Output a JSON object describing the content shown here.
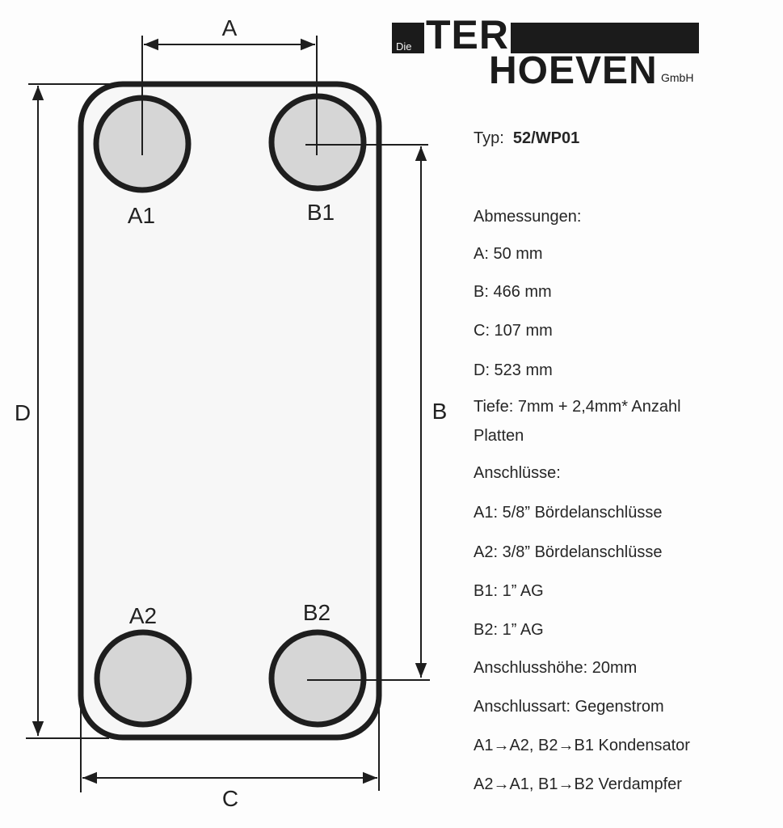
{
  "logo": {
    "prefix": "Die",
    "word1": "TER",
    "word2": "HOEVEN",
    "suffix": "GmbH"
  },
  "diagram": {
    "dimension_labels": {
      "A": "A",
      "B": "B",
      "C": "C",
      "D": "D"
    },
    "port_labels": {
      "A1": "A1",
      "B1": "B1",
      "A2": "A2",
      "B2": "B2"
    },
    "colors": {
      "outline": "#1e1e1e",
      "plate_fill": "#f7f7f7",
      "port_fill": "#d6d6d6"
    }
  },
  "specs": {
    "type_label": "Typ:",
    "type_value": "52/WP01",
    "dimensions_heading": "Abmessungen:",
    "dim_a": "A:  50 mm",
    "dim_b": "B:  466 mm",
    "dim_c": "C:  107 mm",
    "dim_d": "D:  523 mm",
    "depth_line1": "Tiefe: 7mm + 2,4mm* Anzahl",
    "depth_line2": "Platten",
    "connections_heading": "Anschlüsse:",
    "conn_a1": "A1:  5/8” Bördelanschlüsse",
    "conn_a2": "A2:  3/8” Bördelanschlüsse",
    "conn_b1": "B1:  1” AG",
    "conn_b2": "B2:  1” AG",
    "connection_height": "Anschlusshöhe: 20mm",
    "connection_type": "Anschlussart:  Gegenstrom",
    "flow_condenser": "A1→A2, B2→B1 Kondensator",
    "flow_evaporator": "A2→A1, B1→B2 Verdampfer"
  }
}
